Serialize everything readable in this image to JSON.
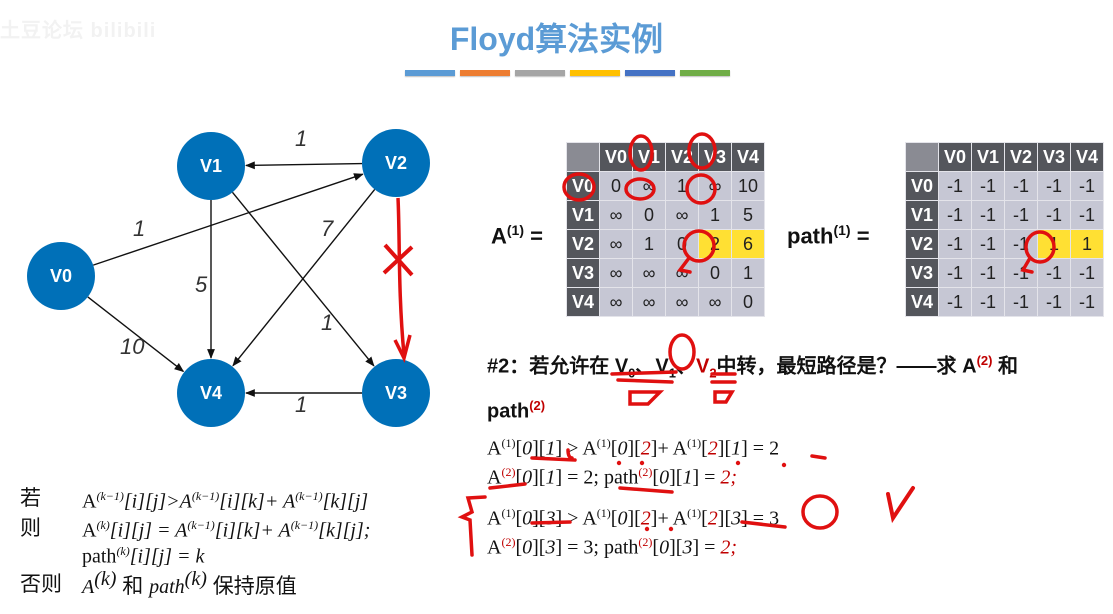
{
  "watermark": "土豆论坛 bilibili",
  "title": "Floyd算法实例",
  "color_bars": [
    "#5b9bd5",
    "#ed7d31",
    "#a5a5a5",
    "#ffc000",
    "#4472c4",
    "#70ad47"
  ],
  "graph": {
    "node_color": "#0070b8",
    "nodes": [
      "V0",
      "V1",
      "V2",
      "V3",
      "V4"
    ],
    "edges": [
      {
        "from": "V2",
        "to": "V1",
        "weight": "1"
      },
      {
        "from": "V0",
        "to": "V2",
        "weight": "1"
      },
      {
        "from": "V1",
        "to": "V4",
        "weight": "5"
      },
      {
        "from": "V2",
        "to": "V4",
        "weight": "7"
      },
      {
        "from": "V1",
        "to": "V3",
        "weight": "1"
      },
      {
        "from": "V0",
        "to": "V4",
        "weight": "10"
      },
      {
        "from": "V3",
        "to": "V4",
        "weight": "1"
      }
    ],
    "annotation": "V2→V3 crossed out (red)"
  },
  "matrixA": {
    "label": "A",
    "sup": "(1)",
    "eq": "=",
    "headers": [
      "V0",
      "V1",
      "V2",
      "V3",
      "V4"
    ],
    "rows": [
      {
        "h": "V0",
        "cells": [
          "0",
          "∞",
          "1",
          "∞",
          "10"
        ]
      },
      {
        "h": "V1",
        "cells": [
          "∞",
          "0",
          "∞",
          "1",
          "5"
        ]
      },
      {
        "h": "V2",
        "cells": [
          "∞",
          "1",
          "0",
          "2",
          "6"
        ]
      },
      {
        "h": "V3",
        "cells": [
          "∞",
          "∞",
          "∞",
          "0",
          "1"
        ]
      },
      {
        "h": "V4",
        "cells": [
          "∞",
          "∞",
          "∞",
          "∞",
          "0"
        ]
      }
    ],
    "highlight_color": "#ffe033"
  },
  "matrixPath": {
    "label": "path",
    "sup": "(1)",
    "eq": "=",
    "headers": [
      "V0",
      "V1",
      "V2",
      "V3",
      "V4"
    ],
    "rows": [
      {
        "h": "V0",
        "cells": [
          "-1",
          "-1",
          "-1",
          "-1",
          "-1"
        ]
      },
      {
        "h": "V1",
        "cells": [
          "-1",
          "-1",
          "-1",
          "-1",
          "-1"
        ]
      },
      {
        "h": "V2",
        "cells": [
          "-1",
          "-1",
          "-1",
          "1",
          "1"
        ]
      },
      {
        "h": "V3",
        "cells": [
          "-1",
          "-1",
          "-1",
          "-1",
          "-1"
        ]
      },
      {
        "h": "V4",
        "cells": [
          "-1",
          "-1",
          "-1",
          "-1",
          "-1"
        ]
      }
    ]
  },
  "question": {
    "prefix": "#2：若允许在 ",
    "v0": "V",
    "v0sub": "0",
    "sep1": "、",
    "v1": "V",
    "v1sub": "1",
    "sep2": "、",
    "v2": "V",
    "v2sub": "2",
    "mid": "中转，最短路径是？——求 ",
    "a": "A",
    "asup": "(2)",
    "and": " 和",
    "path": "path",
    "pathsup": "(2)"
  },
  "steps": [
    {
      "line1": {
        "lhs": "A",
        "lhs_sup": "(1)",
        "lhs_idx": "[0][1]",
        "op": " > ",
        "t1": "A",
        "t1_sup": "(1)",
        "t1_idx_a": "[0]",
        "t1_idx_b": "[2]",
        "plus": "+ ",
        "t2": "A",
        "t2_sup": "(1)",
        "t2_idx_a": "[2]",
        "t2_idx_b": "[1]",
        "result": " = 2"
      },
      "line2": {
        "a": "A",
        "a_sup": "(2)",
        "a_idx": "[0][1]",
        "a_val": " = 2; ",
        "p": "path",
        "p_sup": "(2)",
        "p_idx": "[0][1]",
        "p_eq": " = ",
        "p_val": "2;"
      }
    },
    {
      "line1": {
        "lhs": "A",
        "lhs_sup": "(1)",
        "lhs_idx": "[0][3]",
        "op": " > ",
        "t1": "A",
        "t1_sup": "(1)",
        "t1_idx_a": "[0]",
        "t1_idx_b": "[2]",
        "plus": "+ ",
        "t2": "A",
        "t2_sup": "(1)",
        "t2_idx_a": "[2]",
        "t2_idx_b": "[3]",
        "result": " = 3"
      },
      "line2": {
        "a": "A",
        "a_sup": "(2)",
        "a_idx": "[0][3]",
        "a_val": " = 3; ",
        "p": "path",
        "p_sup": "(2)",
        "p_idx": "[0][3]",
        "p_eq": " = ",
        "p_val": "2;"
      }
    }
  ],
  "rules": {
    "if_key": "若",
    "if_expr": {
      "a": "A",
      "s1": "(k−1)",
      "i1": "[i][j]>A",
      "s2": "(k−1)",
      "i2": "[i][k]+ A",
      "s3": "(k−1)",
      "i3": "[k][j]"
    },
    "then_key": "则",
    "then_expr1": {
      "a": "A",
      "s1": "(k)",
      "i1": "[i][j] = A",
      "s2": "(k−1)",
      "i2": "[i][k]+ A",
      "s3": "(k−1)",
      "i3": "[k][j];"
    },
    "then_expr2": {
      "p": "path",
      "s1": "(k)",
      "i1": "[i][j] = k"
    },
    "else_key": "否则",
    "else_expr": {
      "a": "A",
      "s1": "(k)",
      "and": " 和 ",
      "p": "path",
      "s2": "(k)",
      "rest": " 保持原值"
    }
  },
  "checkmark": "√"
}
